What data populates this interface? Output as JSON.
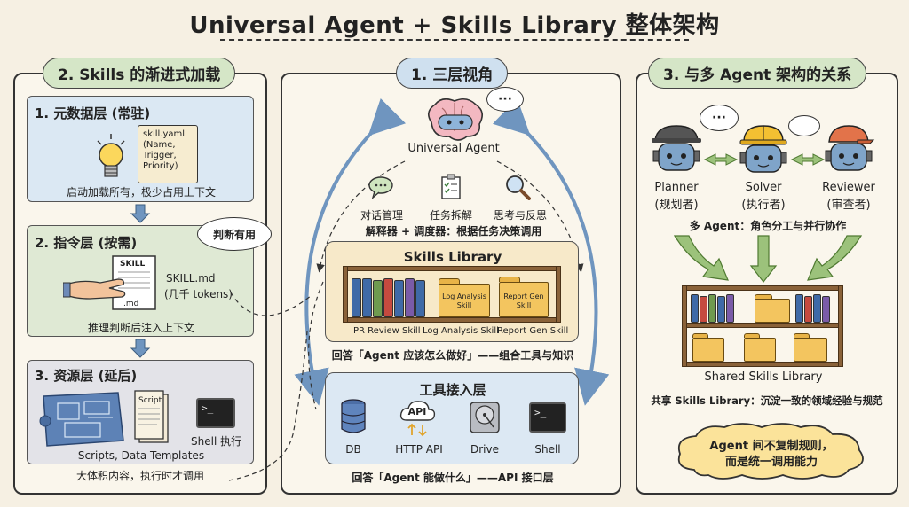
{
  "title": "Universal Agent + Skills Library 整体架构",
  "left": {
    "tab": "2. Skills 的渐进式加载",
    "layer1": {
      "title": "1. 元数据层 (常驻)",
      "file_line1": "skill.yaml",
      "file_line2": "(Name,",
      "file_line3": "Trigger,",
      "file_line4": "Priority)",
      "caption": "启动加载所有，极少占用上下文"
    },
    "layer2": {
      "title": "2. 指令层 (按需)",
      "bubble": "判断有用",
      "file_name": "SKILL",
      "file_ext": ".md",
      "file_label1": "SKILL.md",
      "file_label2": "(几千 tokens)",
      "caption": "推理判断后注入上下文"
    },
    "layer3": {
      "title": "3. 资源层 (延后)",
      "script_label": "Script",
      "shell_label": "Shell 执行",
      "shell_prompt": ">_",
      "sub": "Scripts, Data Templates",
      "caption": "大体积内容，执行时才调用"
    }
  },
  "middle": {
    "tab": "1. 三层视角",
    "bubble_dots": "···",
    "agent_label": "Universal Agent",
    "items": [
      "对话管理",
      "任务拆解",
      "思考与反思"
    ],
    "explain": "解释器 + 调度器：根据任务决策调用",
    "skills": {
      "title": "Skills Library",
      "folder1": "Log Analysis Skill",
      "folder2": "Report Gen Skill",
      "labels": [
        "PR Review Skill",
        "Log Analysis Skill",
        "Report Gen Skill"
      ]
    },
    "skills_caption": "回答「Agent 应该怎么做好」——组合工具与知识",
    "tools": {
      "title": "工具接入层",
      "api_text": "API",
      "shell_prompt": ">_",
      "labels": [
        "DB",
        "HTTP API",
        "Drive",
        "Shell"
      ]
    },
    "tools_caption": "回答「Agent 能做什么」——API 接口层"
  },
  "right": {
    "tab": "3. 与多 Agent 架构的关系",
    "bubble_dots": "···",
    "agents": [
      {
        "name": "Planner",
        "role": "(规划者)"
      },
      {
        "name": "Solver",
        "role": "(执行者)"
      },
      {
        "name": "Reviewer",
        "role": "(审查者)"
      }
    ],
    "multi_caption": "多 Agent：角色分工与并行协作",
    "library_label": "Shared Skills Library",
    "share_caption": "共享 Skills Library：沉淀一致的领域经验与规范",
    "cloud_line1": "Agent 间不复制规则，",
    "cloud_line2": "而是统一调用能力"
  },
  "colors": {
    "layer_blue": "#dbe8f3",
    "layer_green": "#dfe9d4",
    "layer_grey": "#e3e3e8",
    "skills_bg": "#f7e9c9",
    "tools_bg": "#dce8f3",
    "arrow_blue": "#6f95bf",
    "arrow_green": "#9cc27b"
  }
}
